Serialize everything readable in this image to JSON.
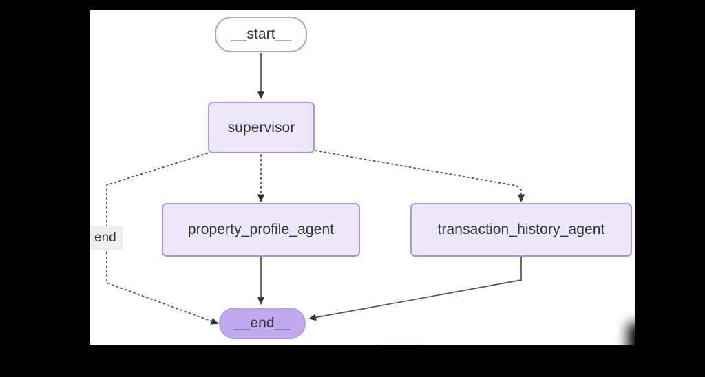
{
  "diagram": {
    "type": "flowchart",
    "title": "LangGraph supervisor agent graph",
    "canvas": {
      "background_color": "#ffffff",
      "surround_color": "#000000"
    },
    "palette": {
      "node_border": "#b39ddb",
      "node_box_border": "#ae8fe0",
      "node_box_fill": "#ede7fa",
      "terminal_start_fill": "#ffffff",
      "terminal_end_fill": "#c3aaf0",
      "edge_color": "#444444",
      "label_chip_fill": "#eeeeee",
      "text_color": "#333333"
    },
    "nodes": [
      {
        "id": "start",
        "label": "__start__",
        "shape": "pill",
        "fill": "#ffffff"
      },
      {
        "id": "supervisor",
        "label": "supervisor",
        "shape": "rounded-rect",
        "fill": "#ede7fa"
      },
      {
        "id": "property_profile_agent",
        "label": "property_profile_agent",
        "shape": "rounded-rect",
        "fill": "#ede7fa"
      },
      {
        "id": "transaction_history_agent",
        "label": "transaction_history_agent",
        "shape": "rounded-rect",
        "fill": "#ede7fa"
      },
      {
        "id": "end",
        "label": "__end__",
        "shape": "pill",
        "fill": "#c3aaf0"
      }
    ],
    "edges": [
      {
        "from": "start",
        "to": "supervisor",
        "style": "solid",
        "arrow": true,
        "label": ""
      },
      {
        "from": "supervisor",
        "to": "end",
        "style": "dotted",
        "arrow": true,
        "label": "end"
      },
      {
        "from": "supervisor",
        "to": "property_profile_agent",
        "style": "dotted",
        "arrow": true,
        "label": ""
      },
      {
        "from": "supervisor",
        "to": "transaction_history_agent",
        "style": "dotted",
        "arrow": true,
        "label": ""
      },
      {
        "from": "property_profile_agent",
        "to": "end",
        "style": "solid",
        "arrow": true,
        "label": ""
      },
      {
        "from": "transaction_history_agent",
        "to": "end",
        "style": "solid",
        "arrow": true,
        "label": ""
      }
    ],
    "edge_labels": [
      {
        "id": "end-label",
        "text": "end"
      }
    ]
  }
}
